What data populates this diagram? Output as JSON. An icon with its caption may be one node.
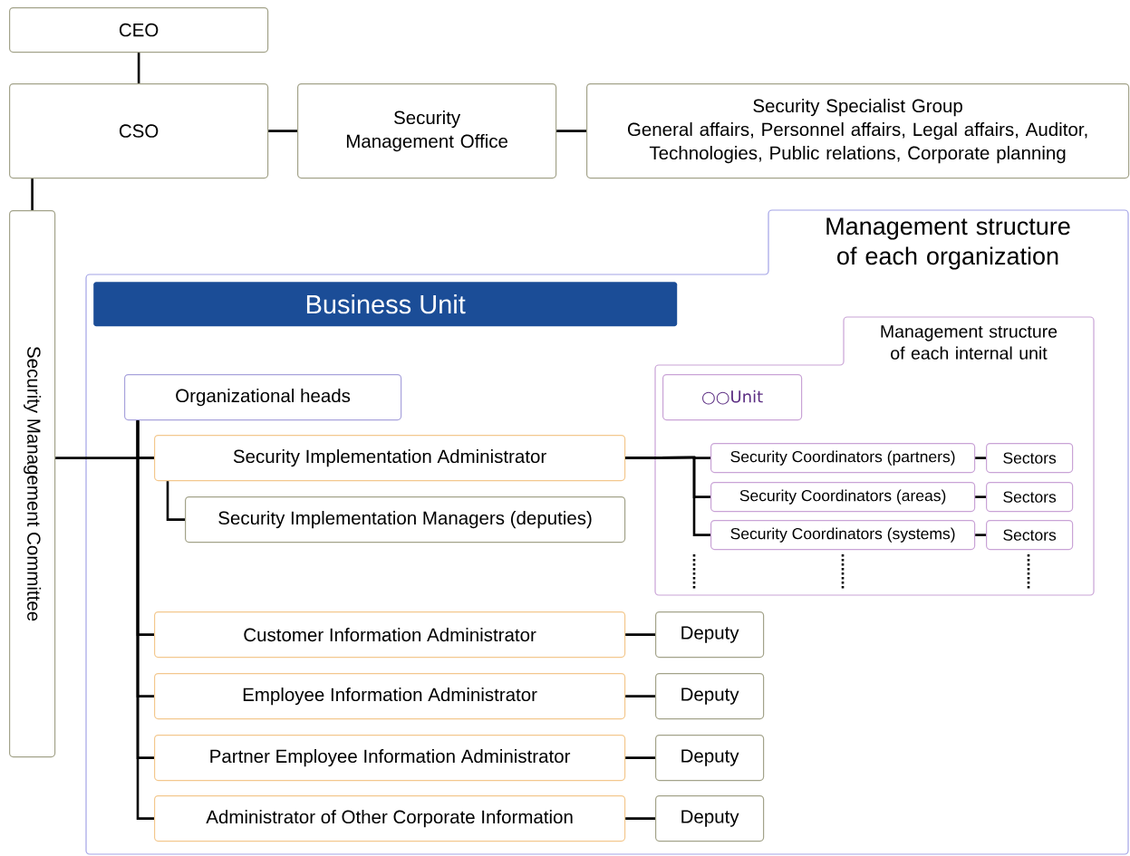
{
  "diagram": {
    "nodes": [
      {
        "text": [
          "CEO"
        ]
      },
      {
        "text": [
          "CSO"
        ]
      },
      {
        "text": [
          "Security Management Office"
        ]
      },
      {
        "text": [
          "Security Specialist Group",
          "General affairs, Personnel affairs, Legal affairs, Auditor, Technologies, Public relations, Corporate planning"
        ]
      },
      {
        "text": [
          "Security Management Committee"
        ]
      },
      {
        "text": [
          "Management structure of each organization"
        ]
      },
      {
        "text": [
          "Business Unit"
        ],
        "in": 5
      },
      {
        "text": [
          "Organizational heads"
        ],
        "in": 5
      },
      {
        "text": [
          "Security Implementation Administrator"
        ],
        "in": 5
      },
      {
        "text": [
          "Security Implementation Managers (deputies)"
        ],
        "in": 5
      },
      {
        "text": [
          "Management structure of each internal unit"
        ],
        "in": 5
      },
      {
        "text": [
          "○○Unit"
        ],
        "in": 10
      },
      {
        "text": [
          "Security Coordinators (partners)"
        ],
        "in": 10
      },
      {
        "text": [
          "Sectors"
        ],
        "in": 10
      },
      {
        "text": [
          "Security Coordinators (areas)"
        ],
        "in": 10
      },
      {
        "text": [
          "Sectors"
        ],
        "in": 10
      },
      {
        "text": [
          "Security Coordinators (systems)"
        ],
        "in": 10
      },
      {
        "text": [
          "Sectors"
        ],
        "in": 10
      },
      {
        "text": [
          "Customer Information Administrator"
        ],
        "in": 5
      },
      {
        "text": [
          "Deputy"
        ],
        "in": 5
      },
      {
        "text": [
          "Employee Information Administrator"
        ],
        "in": 5
      },
      {
        "text": [
          "Deputy"
        ],
        "in": 5
      },
      {
        "text": [
          "Partner Employee Information Administrator"
        ],
        "in": 5
      },
      {
        "text": [
          "Deputy"
        ],
        "in": 5
      },
      {
        "text": [
          "Administrator of Other Corporate Information"
        ],
        "in": 5
      },
      {
        "text": [
          "Deputy"
        ],
        "in": 5
      }
    ],
    "edges": [
      {
        "from": 0,
        "to": 1,
        "arrow": "none"
      },
      {
        "from": 1,
        "to": 2,
        "arrow": "none"
      },
      {
        "from": 2,
        "to": 3,
        "arrow": "none"
      },
      {
        "from": 1,
        "to": 4,
        "arrow": "none"
      },
      {
        "from": 4,
        "to": 8,
        "arrow": "none"
      },
      {
        "from": 7,
        "to": 8,
        "arrow": "none"
      },
      {
        "from": 7,
        "to": 18,
        "arrow": "none"
      },
      {
        "from": 7,
        "to": 20,
        "arrow": "none"
      },
      {
        "from": 7,
        "to": 22,
        "arrow": "none"
      },
      {
        "from": 7,
        "to": 24,
        "arrow": "none"
      },
      {
        "from": 8,
        "to": 9,
        "arrow": "none"
      },
      {
        "from": 8,
        "to": 12,
        "arrow": "none"
      },
      {
        "from": 8,
        "to": 14,
        "arrow": "none"
      },
      {
        "from": 8,
        "to": 16,
        "arrow": "none"
      },
      {
        "from": 12,
        "to": 13,
        "arrow": "none"
      },
      {
        "from": 14,
        "to": 15,
        "arrow": "none"
      },
      {
        "from": 16,
        "to": 17,
        "arrow": "none"
      },
      {
        "from": 18,
        "to": 19,
        "arrow": "none"
      },
      {
        "from": 20,
        "to": 21,
        "arrow": "none"
      },
      {
        "from": 22,
        "to": 23,
        "arrow": "none"
      },
      {
        "from": 24,
        "to": 25,
        "arrow": "none"
      }
    ]
  }
}
